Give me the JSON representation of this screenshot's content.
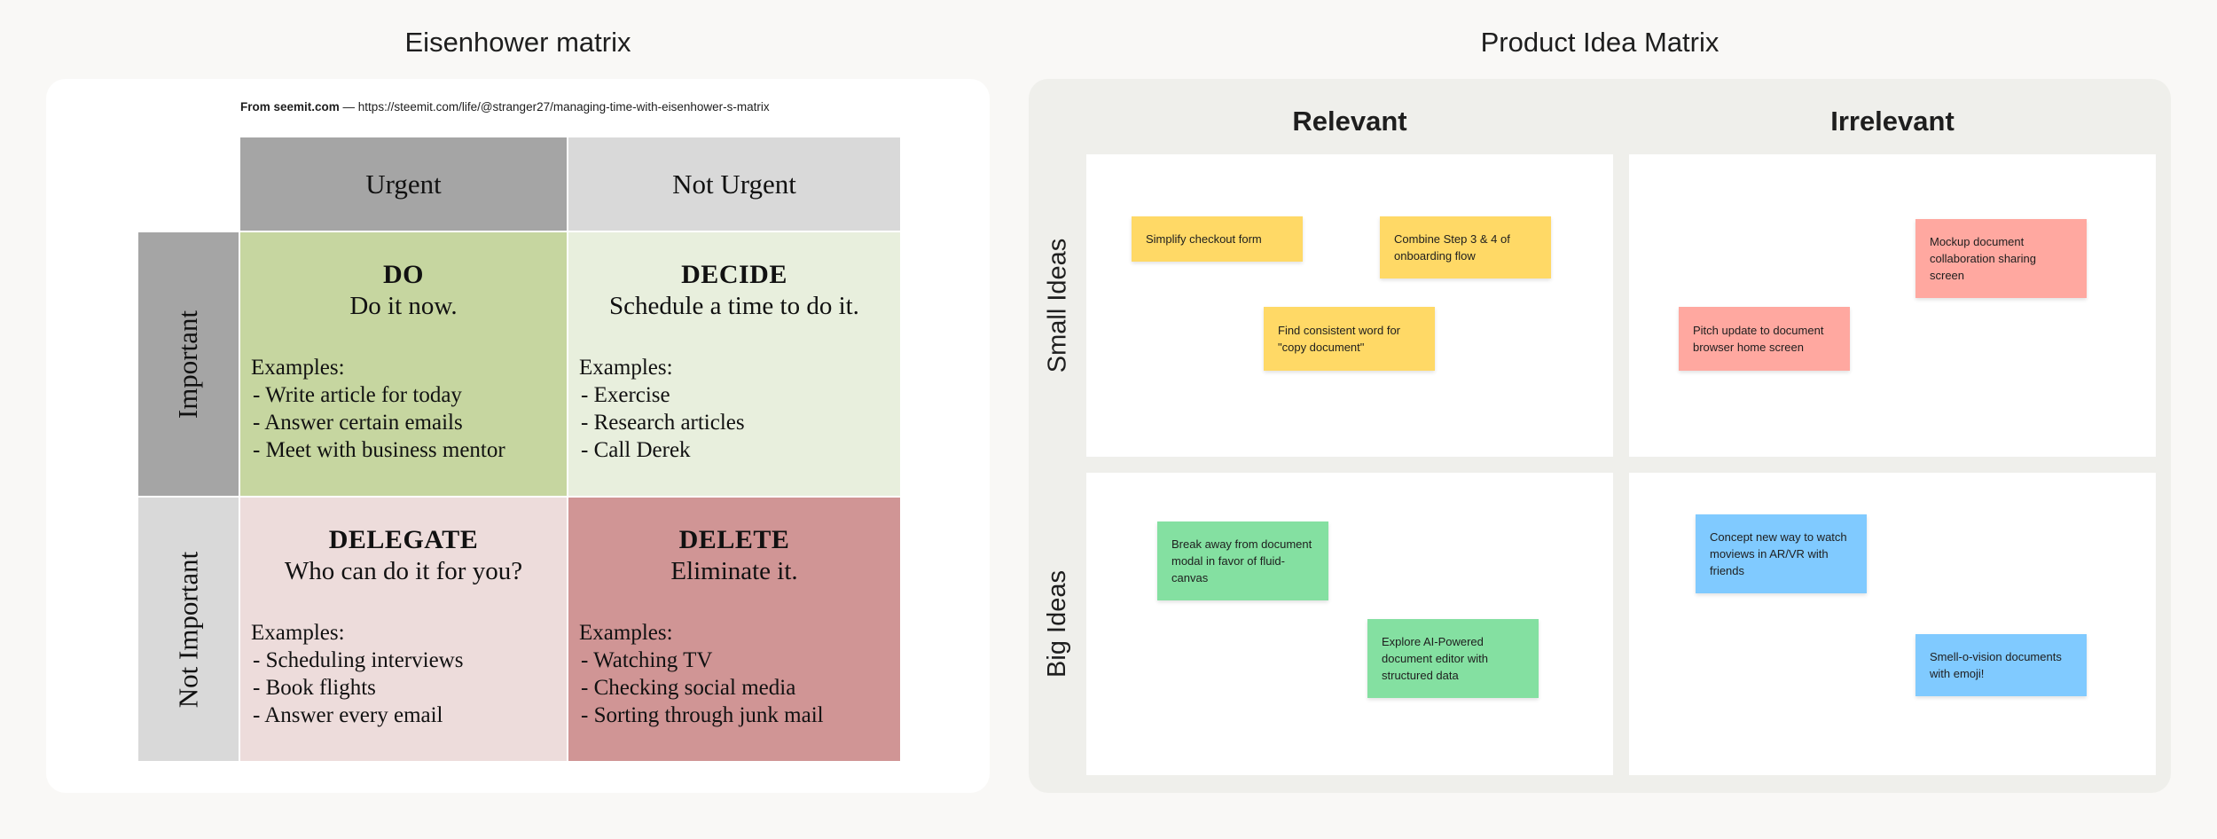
{
  "titles": {
    "left": "Eisenhower matrix",
    "right": "Product Idea Matrix"
  },
  "eisenhower": {
    "source_bold": "From seemit.com",
    "source_rest": " — https://steemit.com/life/@stranger27/managing-time-with-eisenhower-s-matrix",
    "col_headers": [
      "Urgent",
      "Not Urgent"
    ],
    "row_headers": [
      "Important",
      "Not Important"
    ],
    "cells": [
      {
        "title": "DO",
        "subtitle": "Do it now.",
        "examples_label": "Examples:",
        "examples": [
          "-  Write article for today",
          "-  Answer certain emails",
          "-  Meet with business mentor"
        ],
        "color": "#c6d6a0"
      },
      {
        "title": "DECIDE",
        "subtitle": "Schedule a time to do it.",
        "examples_label": "Examples:",
        "examples": [
          "-  Exercise",
          "-  Research articles",
          "-  Call Derek"
        ],
        "color": "#e8efdd"
      },
      {
        "title": "DELEGATE",
        "subtitle": "Who can do it for you?",
        "examples_label": "Examples:",
        "examples": [
          "-  Scheduling interviews",
          "-  Book flights",
          "-  Answer every email"
        ],
        "color": "#eddcdb"
      },
      {
        "title": "DELETE",
        "subtitle": "Eliminate it.",
        "examples_label": "Examples:",
        "examples": [
          "-  Watching TV",
          "-  Checking social media",
          "-  Sorting through junk mail"
        ],
        "color": "#d09595"
      }
    ]
  },
  "idea_matrix": {
    "col_headers": [
      "Relevant",
      "Irrelevant"
    ],
    "row_headers": [
      "Small Ideas",
      "Big Ideas"
    ],
    "colors": {
      "yellow": "#ffd966",
      "red": "#ffa8a0",
      "green": "#84e0a1",
      "blue": "#80caff"
    },
    "stickies": {
      "small_relevant": [
        "Simplify checkout form",
        "Combine Step 3 & 4 of onboarding flow",
        "Find consistent word for \"copy document\""
      ],
      "small_irrelevant": [
        "Mockup document collaboration sharing screen",
        "Pitch update to document browser home screen"
      ],
      "big_relevant": [
        "Break away from document modal in favor of fluid-canvas",
        "Explore AI-Powered document editor with structured data"
      ],
      "big_irrelevant": [
        "Concept new way to watch moviews in AR/VR with friends",
        "Smell-o-vision documents with emoji!"
      ]
    }
  }
}
